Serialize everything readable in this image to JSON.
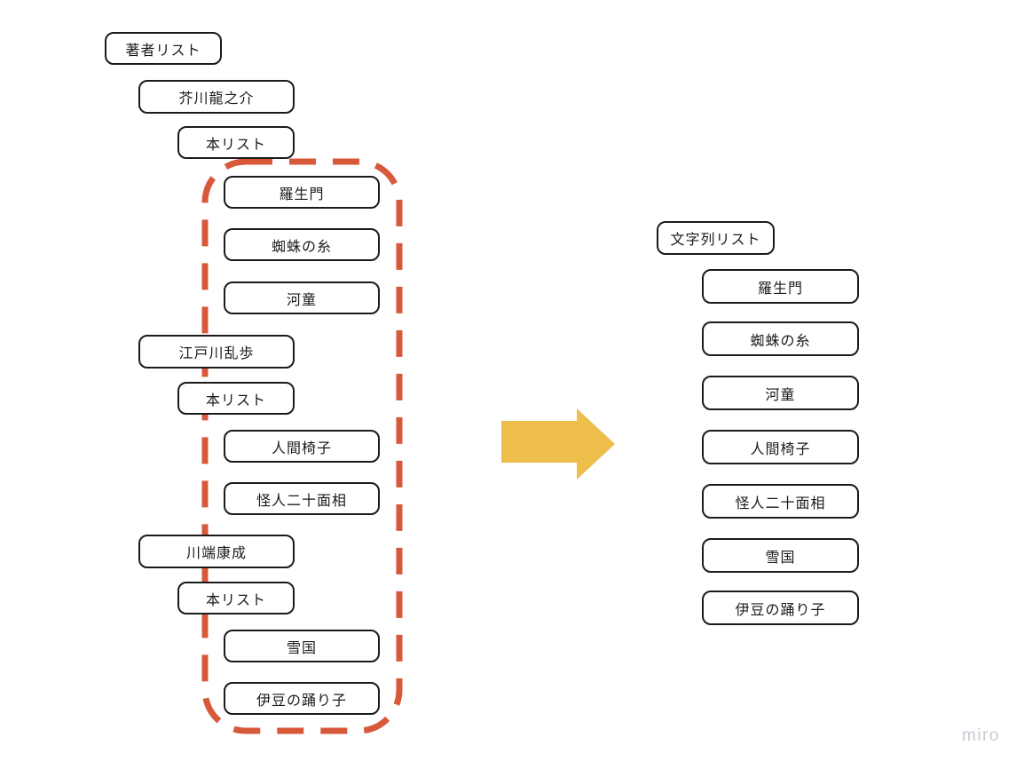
{
  "colors": {
    "box_border": "#1b1b1b",
    "box_fill": "#ffffff",
    "dashed_outline": "#d8583a",
    "arrow": "#edbe4a",
    "watermark_text": "#c8c9d4"
  },
  "left_tree": {
    "nodes": [
      {
        "label": "著者リスト",
        "level": 0
      },
      {
        "label": "芥川龍之介",
        "level": 1
      },
      {
        "label": "本リスト",
        "level": 2
      },
      {
        "label": "羅生門",
        "level": 3
      },
      {
        "label": "蜘蛛の糸",
        "level": 3
      },
      {
        "label": "河童",
        "level": 3
      },
      {
        "label": "江戸川乱歩",
        "level": 1
      },
      {
        "label": "本リスト",
        "level": 2
      },
      {
        "label": "人間椅子",
        "level": 3
      },
      {
        "label": "怪人二十面相",
        "level": 3
      },
      {
        "label": "川端康成",
        "level": 1
      },
      {
        "label": "本リスト",
        "level": 2
      },
      {
        "label": "雪国",
        "level": 3
      },
      {
        "label": "伊豆の踊り子",
        "level": 3
      }
    ]
  },
  "right_list": {
    "header": "文字列リスト",
    "items": [
      "羅生門",
      "蜘蛛の糸",
      "河童",
      "人間椅子",
      "怪人二十面相",
      "雪国",
      "伊豆の踊り子"
    ]
  },
  "annotations": {
    "dashed_outline": "groups all book title nodes on the left tree",
    "arrow_direction": "right"
  },
  "watermark": {
    "label": "miro"
  }
}
